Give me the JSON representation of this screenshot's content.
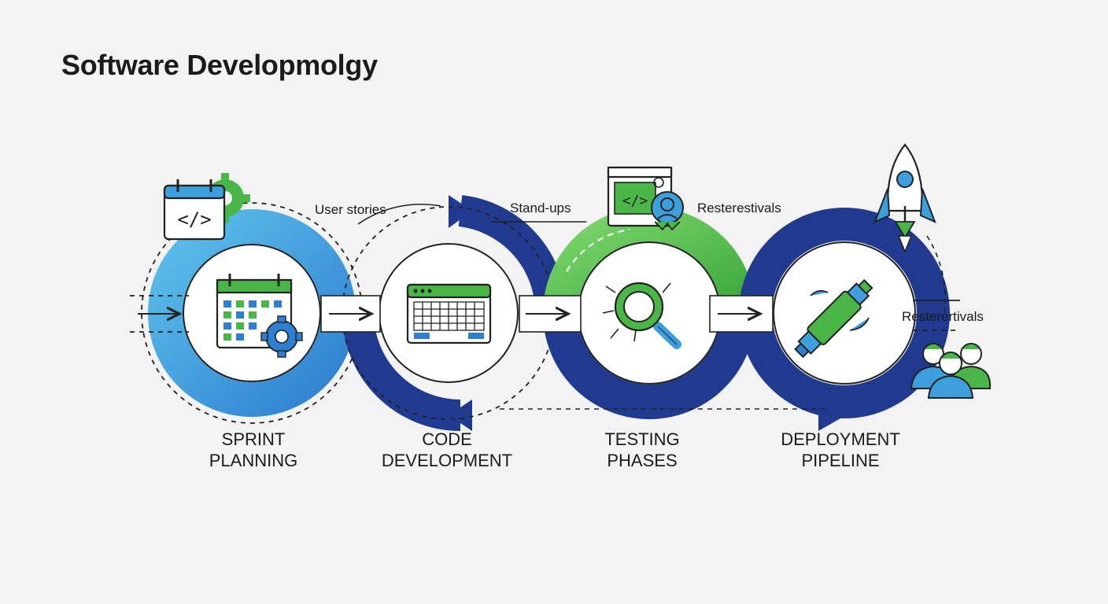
{
  "title": "Software Developmolgy",
  "annotations": {
    "user_stories": "User stories",
    "standups": "Stand-ups",
    "retro_top": "Resterestivals",
    "retro_right": "Resterertivals"
  },
  "stages": [
    {
      "line1": "SPRINT",
      "line2": "PLANNING",
      "icon": "calendar-gear-icon"
    },
    {
      "line1": "CODE",
      "line2": "DEVELOPMENT",
      "icon": "keyboard-icon"
    },
    {
      "line1": "TESTING",
      "line2": "PHASES",
      "icon": "bug-magnifier-icon"
    },
    {
      "line1": "DEPLOYMENT",
      "line2": "PIPELINE",
      "icon": "plug-icon"
    }
  ],
  "colors": {
    "light_blue": "#3d9fdc",
    "navy": "#1f3a8f",
    "green": "#4bb648",
    "outline": "#222222"
  }
}
